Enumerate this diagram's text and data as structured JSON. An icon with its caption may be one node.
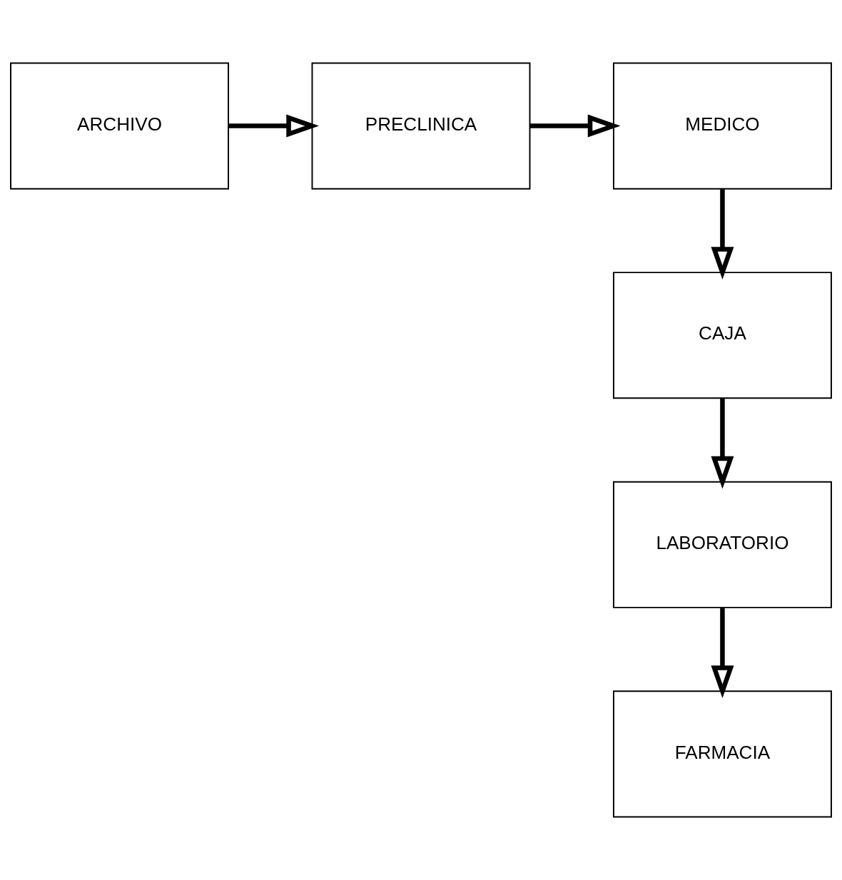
{
  "diagram": {
    "nodes": [
      {
        "text": [
          "ARCHIVO"
        ]
      },
      {
        "text": [
          "PRECLINICA"
        ]
      },
      {
        "text": [
          "MEDICO"
        ]
      },
      {
        "text": [
          "CAJA"
        ]
      },
      {
        "text": [
          "LABORATORIO"
        ]
      },
      {
        "text": [
          "FARMACIA"
        ]
      }
    ],
    "edges": [
      {
        "from": 0,
        "to": 1,
        "arrow": "to"
      },
      {
        "from": 1,
        "to": 2,
        "arrow": "to"
      },
      {
        "from": 2,
        "to": 3,
        "arrow": "to"
      },
      {
        "from": 3,
        "to": 4,
        "arrow": "to"
      },
      {
        "from": 4,
        "to": 5,
        "arrow": "to"
      }
    ]
  }
}
